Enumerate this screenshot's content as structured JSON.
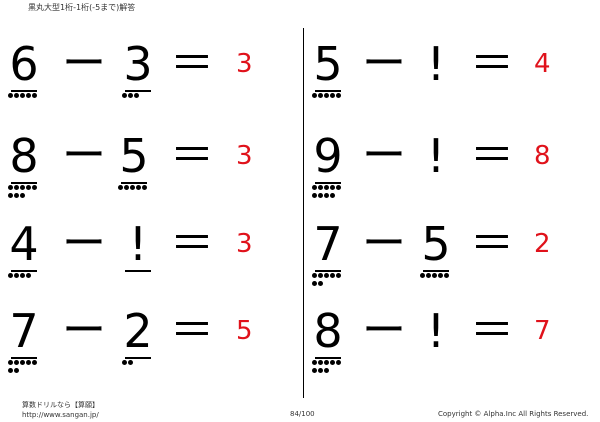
{
  "header": {
    "title": "黒丸大型1桁-1桁(-5まで)解答"
  },
  "problems": [
    {
      "a": "6",
      "a_dots": 5,
      "op1": "ー",
      "b": "3",
      "b_dots": 3,
      "op2": "＝",
      "answer": "3"
    },
    {
      "a": "5",
      "a_dots": 5,
      "op1": "ー",
      "b": "!",
      "b_dots": 0,
      "op2": "＝",
      "answer": "4"
    },
    {
      "a": "8",
      "a_dots": 8,
      "op1": "ー",
      "b": "5",
      "b_dots": 5,
      "op2": "＝",
      "answer": "3"
    },
    {
      "a": "9",
      "a_dots": 9,
      "op1": "ー",
      "b": "!",
      "b_dots": 0,
      "op2": "＝",
      "answer": "8"
    },
    {
      "a": "4",
      "a_dots": 4,
      "op1": "ー",
      "b": "!",
      "b_dots": 0,
      "op2": "＝",
      "answer": "3"
    },
    {
      "a": "7",
      "a_dots": 7,
      "op1": "ー",
      "b": "5",
      "b_dots": 5,
      "op2": "＝",
      "answer": "2"
    },
    {
      "a": "7",
      "a_dots": 7,
      "op1": "ー",
      "b": "2",
      "b_dots": 2,
      "op2": "＝",
      "answer": "5"
    },
    {
      "a": "8",
      "a_dots": 8,
      "op1": "ー",
      "b": "!",
      "b_dots": 0,
      "op2": "＝",
      "answer": "7"
    }
  ],
  "footer": {
    "brand": "算数ドリルなら【算願】",
    "url": "http://www.sangan.jp/",
    "page": "84/100",
    "copyright": "Copyright © Alpha.Inc All Rights Reserved."
  },
  "colors": {
    "answer": "#e0121b",
    "text": "#000000"
  }
}
